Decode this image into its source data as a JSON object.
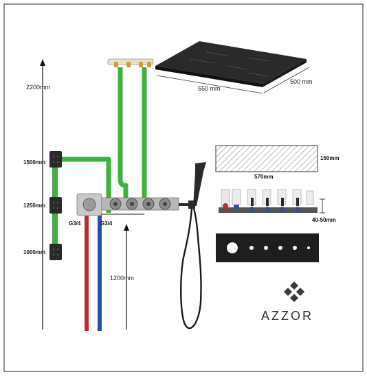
{
  "dimensions": {
    "total_height": "2200mm",
    "jet_1": "1500mm",
    "jet_2": "1250mm",
    "jet_3": "1000mm",
    "mixer_height": "1200mm",
    "head_width": "550 mm",
    "head_depth": "500 mm",
    "box_length": "570mm",
    "box_height": "150mm",
    "wall_depth": "40-50mm"
  },
  "connections": {
    "left": "G3/4",
    "right": "G3/4"
  },
  "brand": {
    "name": "AZZOR"
  },
  "colors": {
    "pipe_green": "#3cb43c",
    "hot": "#c0282d",
    "cold": "#2a4ea8",
    "fixture": "#2a2a2a"
  }
}
